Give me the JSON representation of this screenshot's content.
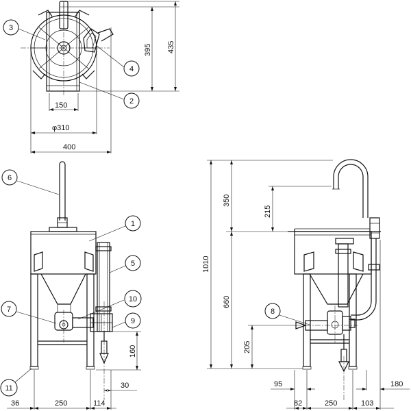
{
  "top_view": {
    "dims": {
      "w150": "150",
      "phi310": "φ310",
      "w400": "400",
      "h395": "395",
      "h435": "435"
    },
    "labels": {
      "p2": "2",
      "p3": "3",
      "p4": "4"
    }
  },
  "front_view": {
    "dims": {
      "w36": "36",
      "w250": "250",
      "w114": "114",
      "w30": "30",
      "h160": "160"
    },
    "labels": {
      "p1": "1",
      "p5": "5",
      "p6": "6",
      "p7": "7",
      "p9": "9",
      "p10": "10",
      "p11": "11"
    }
  },
  "side_view": {
    "dims": {
      "h1010": "1010",
      "h350": "350",
      "h660": "660",
      "h215": "215",
      "h205": "205",
      "w95": "95",
      "w180": "180",
      "w82": "82",
      "w250": "250",
      "w103": "103"
    },
    "labels": {
      "p8": "8"
    }
  }
}
